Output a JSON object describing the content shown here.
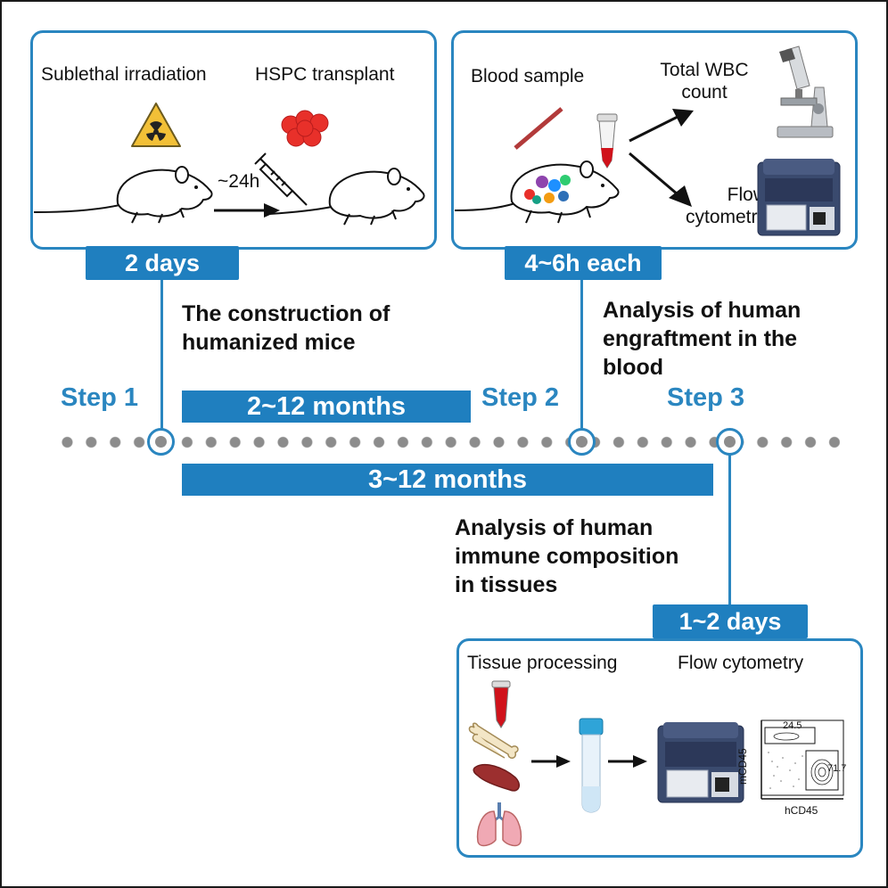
{
  "panel1": {
    "label_irradiation": "Sublethal irradiation",
    "label_transplant": "HSPC transplant",
    "label_interval": "~24h"
  },
  "panel2": {
    "label_blood_sample": "Blood sample",
    "label_wbc": "Total WBC\ncount",
    "label_flow": "Flow\ncytometry"
  },
  "panel3": {
    "label_tissue": "Tissue processing",
    "label_flow": "Flow cytometry",
    "plot": {
      "ylabel": "mCD45",
      "xlabel": "hCD45",
      "gate_top_value": "24.5",
      "gate_right_value": "71.7"
    }
  },
  "durations": {
    "step1": "2 days",
    "step2": "4~6h each",
    "step3": "1~2 days",
    "bar_short": "2~12 months",
    "bar_long": "3~12 months"
  },
  "steps": {
    "step1": "Step 1",
    "step2": "Step 2",
    "step3": "Step 3"
  },
  "descriptions": {
    "step1": "The construction of\nhumanized mice",
    "step2": "Analysis of human\nengraftment in the\nblood",
    "step3": "Analysis of human\nimmune composition\nin tissues"
  },
  "colors": {
    "accent": "#1f7fbf",
    "line": "#2a86c0",
    "dots": "#8c8c8c",
    "warning": "#f2c037",
    "cells": "#e8302a"
  }
}
